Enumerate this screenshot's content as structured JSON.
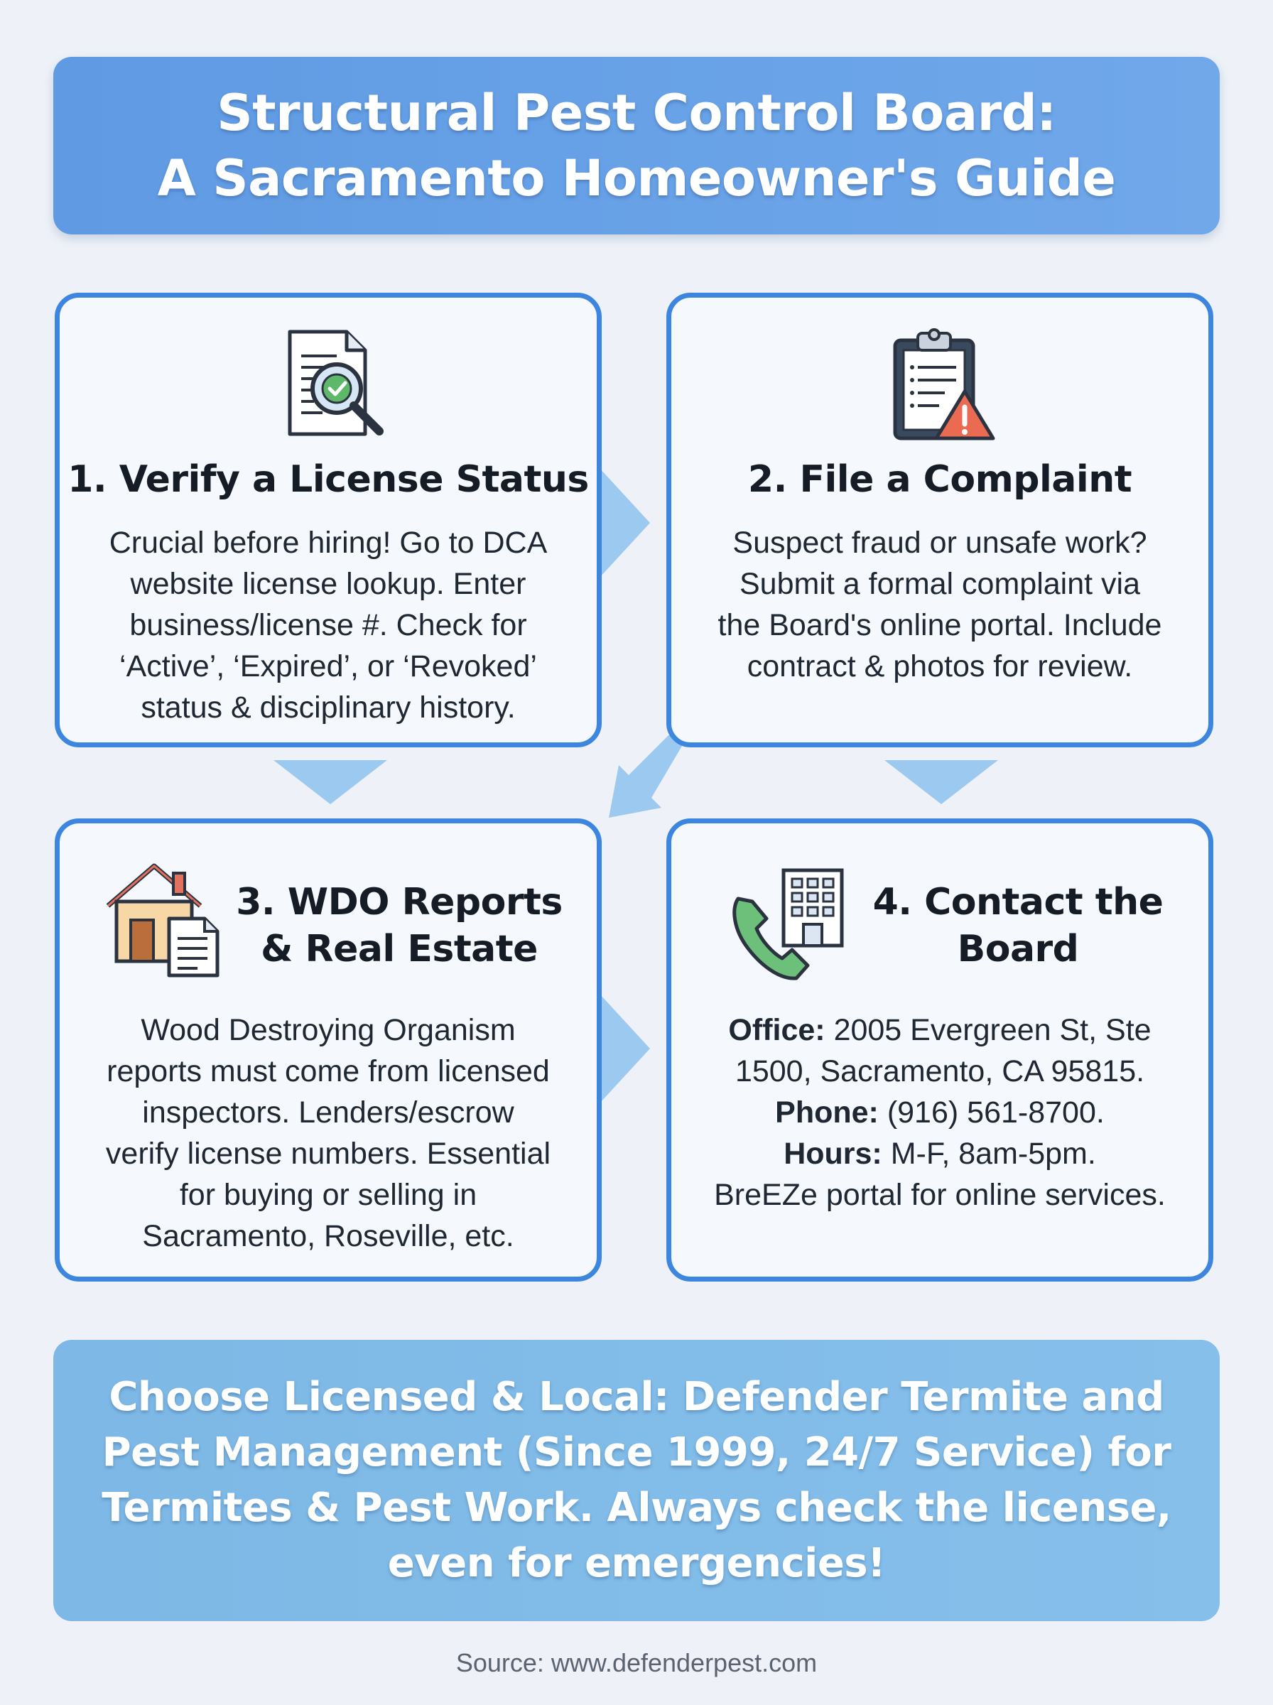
{
  "header": {
    "title_line1": "Structural Pest Control Board:",
    "title_line2": "A Sacramento Homeowner's Guide"
  },
  "cards": [
    {
      "title": "1. Verify a License Status",
      "icon": "document-magnifier-check-icon",
      "body_lines": [
        "Crucial before hiring! Go to DCA",
        "website license lookup. Enter",
        "business/license #. Check for",
        "‘Active’, ‘Expired’, or ‘Revoked’",
        "status & disciplinary history."
      ]
    },
    {
      "title": "2. File a Complaint",
      "icon": "clipboard-warning-icon",
      "body_lines": [
        "Suspect fraud or unsafe work?",
        "Submit a formal complaint via",
        "the Board's online portal. Include",
        "contract & photos for review."
      ]
    },
    {
      "title_line1": "3. WDO Reports",
      "title_line2": "& Real Estate",
      "icon": "house-document-icon",
      "body_lines": [
        "Wood Destroying Organism",
        "reports must come from licensed",
        "inspectors. Lenders/escrow",
        "verify license numbers. Essential",
        "for buying or selling in",
        "Sacramento, Roseville, etc."
      ]
    },
    {
      "title_line1": "4. Contact the",
      "title_line2": "Board",
      "icon": "phone-building-icon",
      "office_label": "Office:",
      "office_line1": "2005 Evergreen St, Ste",
      "office_line2": "1500, Sacramento, CA 95815.",
      "phone_label": "Phone:",
      "phone_value": "(916) 561-8700.",
      "hours_label": "Hours:",
      "hours_value": "M-F, 8am-5pm.",
      "breeze_line": "BreEZe portal for online services."
    }
  ],
  "footer": {
    "line1": "Choose Licensed & Local: Defender Termite and",
    "line2": "Pest Management (Since 1999, 24/7 Service) for",
    "line3": "Termites & Pest Work. Always check the license,",
    "line4": "even for emergencies!"
  },
  "source": "Source: www.defenderpest.com",
  "colors": {
    "background": "#eef2f8",
    "header_blue": "#5f9ae3",
    "card_border": "#3d86df",
    "connector": "#9cc9ef",
    "footer_blue": "#7db8e6"
  }
}
